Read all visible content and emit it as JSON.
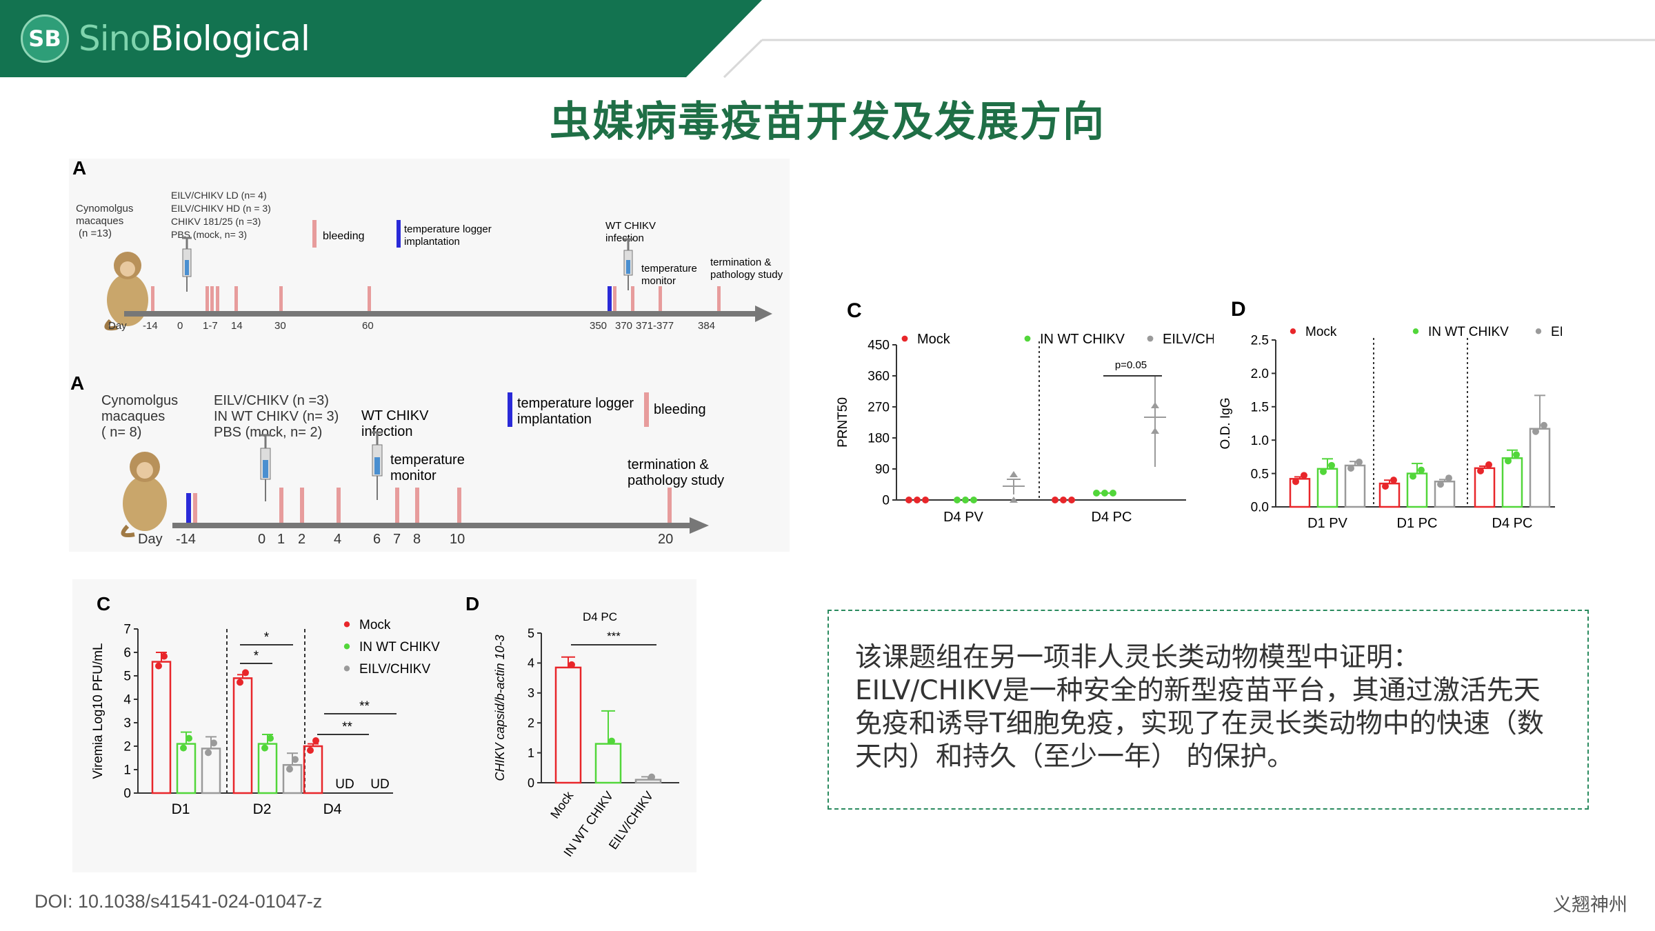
{
  "header": {
    "logo_badge": "SB",
    "logo_sino": "Sino",
    "logo_bio": "Biological",
    "colors": {
      "band": "#137350",
      "accent": "#2e9e78",
      "title": "#1f6f46"
    }
  },
  "title": "虫媒病毒疫苗开发及发展方向",
  "timeline1": {
    "panel_label": "A",
    "subject": [
      "Cynomolgus",
      "macaques",
      "(n =13)"
    ],
    "groups": [
      "EILV/CHIKV LD (n= 4)",
      "EILV/CHIKV HD (n = 3)",
      "CHIKV 181/25 (n =3)",
      "PBS (mock, n= 3)"
    ],
    "legend_bleeding": "bleeding",
    "legend_logger": [
      "temperature logger",
      "implantation"
    ],
    "infection": [
      "WT CHIKV",
      "infection"
    ],
    "temp_monitor": [
      "temperature",
      "monitor"
    ],
    "termination": [
      "termination &",
      "pathology study"
    ],
    "day_label": "Day",
    "ticks": [
      "-14",
      "0",
      "1-7",
      "14",
      "30",
      "60",
      "350",
      "370",
      "371-377",
      "384"
    ]
  },
  "timeline2": {
    "panel_label": "A",
    "subject": [
      "Cynomolgus",
      "macaques",
      "( n= 8)"
    ],
    "groups": [
      "EILV/CHIKV (n =3)",
      "IN WT CHIKV (n= 3)",
      "PBS (mock, n= 2)"
    ],
    "infection": [
      "WT CHIKV",
      "infection"
    ],
    "legend_logger": [
      "temperature logger",
      "implantation"
    ],
    "legend_bleeding": "bleeding",
    "temp_monitor": [
      "temperature",
      "monitor"
    ],
    "termination": [
      "termination &",
      "pathology study"
    ],
    "day_label": "Day",
    "ticks": [
      "-14",
      "0",
      "1",
      "2",
      "4",
      "6",
      "7",
      "8",
      "10",
      "20"
    ]
  },
  "chart_data": [
    {
      "id": "viremia",
      "panel_label": "C",
      "type": "bar",
      "ylabel": "Viremia Log10 PFU/mL",
      "ylim": [
        0,
        7
      ],
      "yticks": [
        "0",
        "1",
        "2",
        "3",
        "4",
        "5",
        "6",
        "7"
      ],
      "categories": [
        "D1",
        "D2",
        "D4"
      ],
      "series": [
        {
          "name": "Mock",
          "color": "#e8262a",
          "values": [
            5.6,
            4.9,
            2.0
          ],
          "err": [
            0.4,
            0.15,
            0.1
          ]
        },
        {
          "name": "IN WT CHIKV",
          "color": "#52d63a",
          "values": [
            2.1,
            2.1,
            null
          ],
          "err": [
            0.5,
            0.4,
            0
          ]
        },
        {
          "name": "EILV/CHIKV",
          "color": "#9a9a9a",
          "values": [
            1.9,
            1.2,
            null
          ],
          "err": [
            0.5,
            0.5,
            0
          ]
        }
      ],
      "nd_labels": [
        "UD",
        "UD"
      ],
      "significance": [
        "*",
        "*",
        "**",
        "**"
      ]
    },
    {
      "id": "capsid",
      "panel_label": "D",
      "type": "bar",
      "title": "D4 PC",
      "ylabel": "CHIKV capsid/b-actin 10-3",
      "ylim": [
        0,
        5
      ],
      "yticks": [
        "0",
        "1",
        "2",
        "3",
        "4",
        "5"
      ],
      "categories": [
        "Mock",
        "IN WT CHIKV",
        "EILV/CHIKV"
      ],
      "values": [
        3.85,
        1.3,
        0.1
      ],
      "err": [
        0.35,
        1.1,
        0.1
      ],
      "colors": [
        "#e8262a",
        "#52d63a",
        "#9a9a9a"
      ],
      "significance": "***"
    },
    {
      "id": "prnt",
      "panel_label": "C",
      "type": "scatter",
      "ylabel": "PRNT50",
      "ylim": [
        0,
        450
      ],
      "yticks": [
        "0",
        "90",
        "180",
        "270",
        "360",
        "450"
      ],
      "categories": [
        "D4 PV",
        "D4 PC"
      ],
      "series": [
        {
          "name": "Mock",
          "color": "#e8262a",
          "values": [
            0,
            0
          ]
        },
        {
          "name": "IN WT CHIKV",
          "color": "#52d63a",
          "values": [
            0,
            20
          ]
        },
        {
          "name": "EILV/CHIKV",
          "color": "#9a9a9a",
          "values": [
            40,
            240
          ]
        }
      ],
      "annotation": "p=0.05"
    },
    {
      "id": "igg",
      "panel_label": "D",
      "type": "bar",
      "ylabel": "O.D. IgG",
      "ylim": [
        0,
        2.5
      ],
      "yticks": [
        "0.0",
        "0.5",
        "1.0",
        "1.5",
        "2.0",
        "2.5"
      ],
      "categories": [
        "D1 PV",
        "D1 PC",
        "D4 PC"
      ],
      "series": [
        {
          "name": "Mock",
          "color": "#e8262a",
          "values": [
            0.42,
            0.35,
            0.58
          ],
          "err": [
            0.03,
            0.05,
            0.03
          ]
        },
        {
          "name": "IN WT CHIKV",
          "color": "#52d63a",
          "values": [
            0.57,
            0.5,
            0.73
          ],
          "err": [
            0.15,
            0.15,
            0.12
          ]
        },
        {
          "name": "EILV/CHIKV",
          "color": "#9a9a9a",
          "values": [
            0.62,
            0.38,
            1.17
          ],
          "err": [
            0.06,
            0.03,
            0.5
          ]
        }
      ]
    }
  ],
  "summary": "该课题组在另一项非人灵长类动物模型中证明：EILV/CHIKV是一种安全的新型疫苗平台，其通过激活先天免疫和诱导T细胞免疫，实现了在灵长类动物中的快速（数天内）和持久（至少一年） 的保护。",
  "doi": "DOI: 10.1038/s41541-024-01047-z",
  "corner_mark": "义翘神州"
}
